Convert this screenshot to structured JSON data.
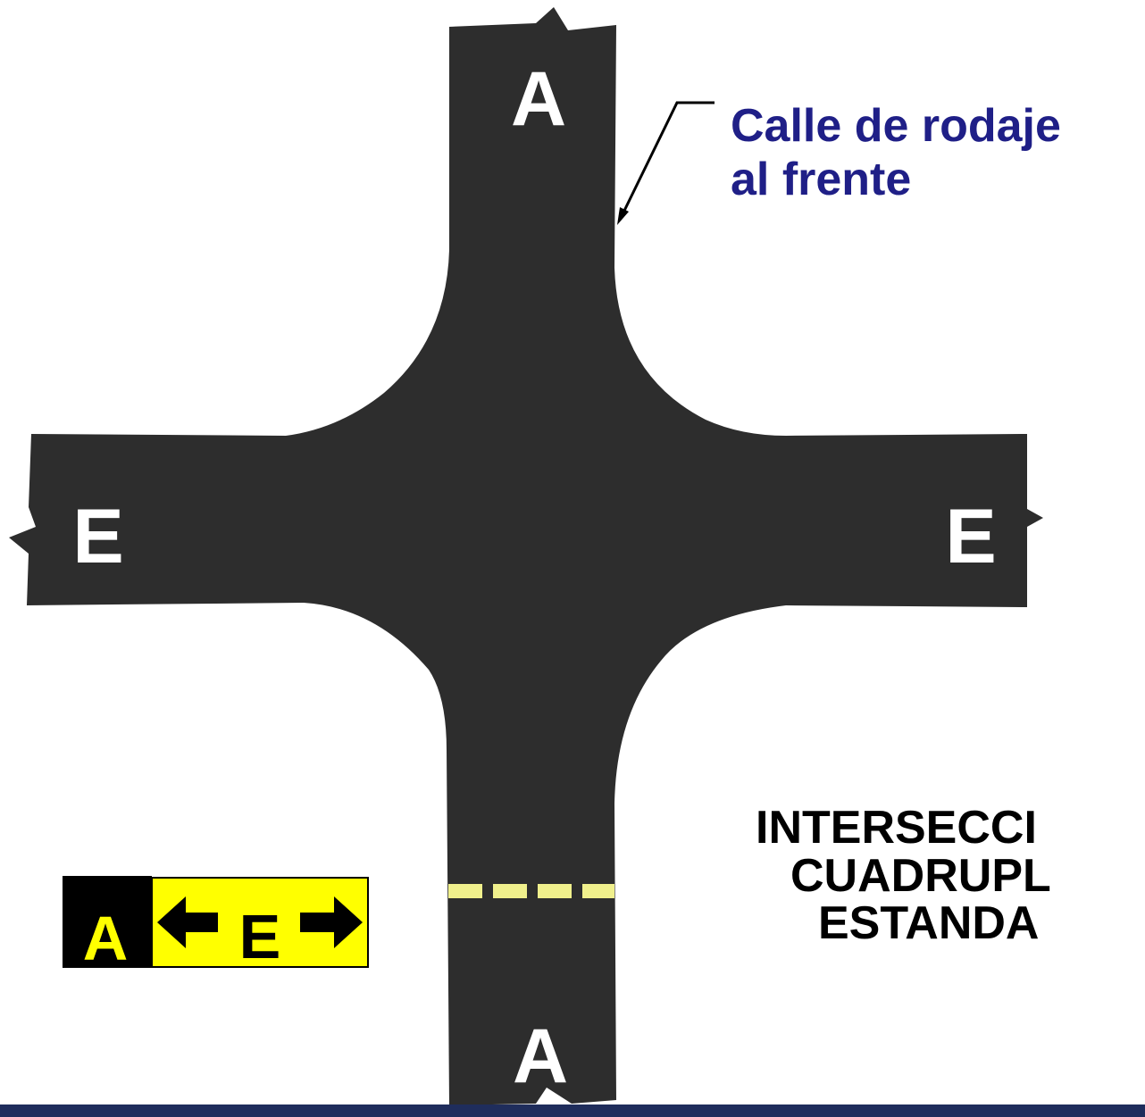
{
  "diagram": {
    "taxiway_labels": {
      "north": "A",
      "south": "A",
      "west": "E",
      "east": "E"
    },
    "callout": {
      "line1": "Calle de rodaje",
      "line2": "al frente"
    },
    "title": {
      "line1": "INTERSECCI",
      "line2": "CUADRUPL",
      "line3": "ESTANDA"
    },
    "sign": {
      "location_letter": "A",
      "direction_letter": "E",
      "location_bg": "#000000",
      "location_fg": "#ffff00",
      "direction_bg": "#ffff00",
      "direction_fg": "#000000"
    },
    "colors": {
      "pavement": "#2d2d2d",
      "hold_line": "#f0f08c",
      "callout_text": "#1f1f87",
      "footer_bar": "#1f2d5c"
    }
  }
}
